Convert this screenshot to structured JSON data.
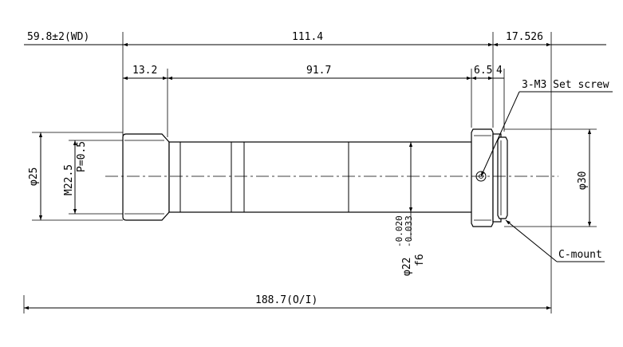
{
  "dimensions": {
    "wd": "59.8±2(WD)",
    "overall_body": "111.4",
    "flange_back": "17.526",
    "front_length": "13.2",
    "tube_length": "91.7",
    "rear_ring": "6.5",
    "rear_step": "4",
    "total": "188.7(O/I)"
  },
  "diameters": {
    "front_outer": "φ25",
    "thread": "M22.5",
    "thread_pitch": "P=0.5",
    "tube": "φ22",
    "tube_tol_upper": "-0.020",
    "tube_tol_lower": "-0.033",
    "tube_fit": "f6",
    "rear_outer": "φ30"
  },
  "callouts": {
    "set_screw": "3-M3 Set screw",
    "mount": "C-mount"
  }
}
